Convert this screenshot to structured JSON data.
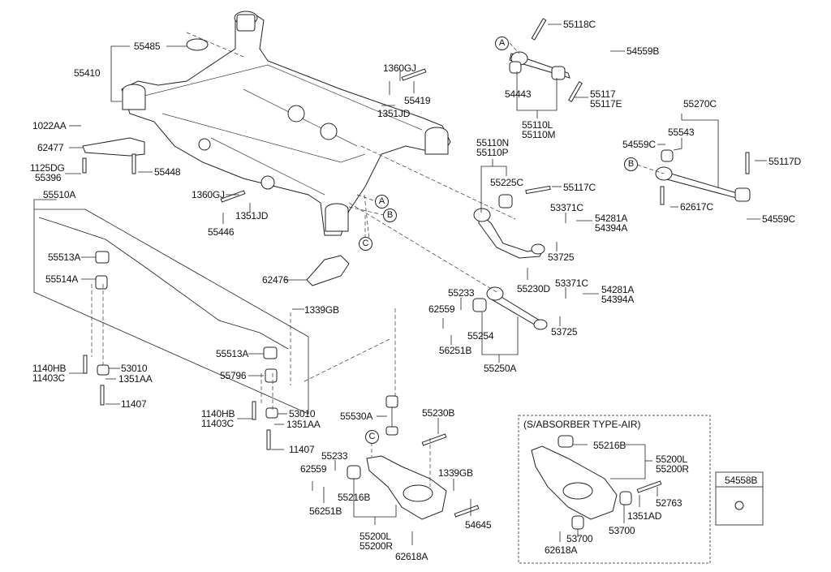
{
  "diagram": {
    "title": "Rear suspension crossmember & control arms exploded parts diagram",
    "labels": {
      "p55485": "55485",
      "p55410": "55410",
      "p1022AA": "1022AA",
      "p62477": "62477",
      "p1125DG": "1125DG",
      "p55396": "55396",
      "p55448": "55448",
      "p1360GJ_top": "1360GJ",
      "p55419": "55419",
      "p1351JD_top": "1351JD",
      "p55510A": "55510A",
      "p1360GJ_mid": "1360GJ",
      "p1351JD_mid": "1351JD",
      "p55446": "55446",
      "p55513A_1": "55513A",
      "p55514A": "55514A",
      "p62476": "62476",
      "p1339GB_1": "1339GB",
      "p55513A_2": "55513A",
      "p55796": "55796",
      "p1140HB_1": "1140HB",
      "p11403C_1": "11403C",
      "p53010_1": "53010",
      "p1351AA_1": "1351AA",
      "p11407_1": "11407",
      "p1140HB_2": "1140HB",
      "p11403C_2": "11403C",
      "p53010_2": "53010",
      "p1351AA_2": "1351AA",
      "p11407_2": "11407",
      "p55118C": "55118C",
      "p54559B": "54559B",
      "p54443": "54443",
      "p55117": "55117",
      "p55117E": "55117E",
      "p55110L": "55110L",
      "p55110M": "55110M",
      "p55270C": "55270C",
      "p55543": "55543",
      "p54559C_1": "54559C",
      "p55117D": "55117D",
      "p62617C": "62617C",
      "p54559C_2": "54559C",
      "p55110N": "55110N",
      "p55110P": "55110P",
      "p55225C": "55225C",
      "p55117C": "55117C",
      "p53371C_1": "53371C",
      "p54281A_1": "54281A",
      "p54394A_1": "54394A",
      "p53725_1": "53725",
      "p55233_1": "55233",
      "p55230D": "55230D",
      "p53371C_2": "53371C",
      "p54281A_2": "54281A",
      "p54394A_2": "54394A",
      "p62559_1": "62559",
      "p55254": "55254",
      "p53725_2": "53725",
      "p56251B_1": "56251B",
      "p55250A": "55250A",
      "p55530A": "55530A",
      "p55230B": "55230B",
      "p55233_2": "55233",
      "p62559_2": "62559",
      "p1339GB_2": "1339GB",
      "p55216B_1": "55216B",
      "p56251B_2": "56251B",
      "p54645": "54645",
      "p55200L_1": "55200L",
      "p55200R_1": "55200R",
      "p62618A_1": "62618A",
      "air_title": "(S/ABSORBER TYPE-AIR)",
      "p55216B_2": "55216B",
      "p55200L_2": "55200L",
      "p55200R_2": "55200R",
      "p52763": "52763",
      "p1351AD": "1351AD",
      "p53700_1": "53700",
      "p53700_2": "53700",
      "p62618A_2": "62618A",
      "p54558B": "54558B"
    },
    "callouts": {
      "A": "A",
      "B": "B",
      "C": "C"
    }
  }
}
